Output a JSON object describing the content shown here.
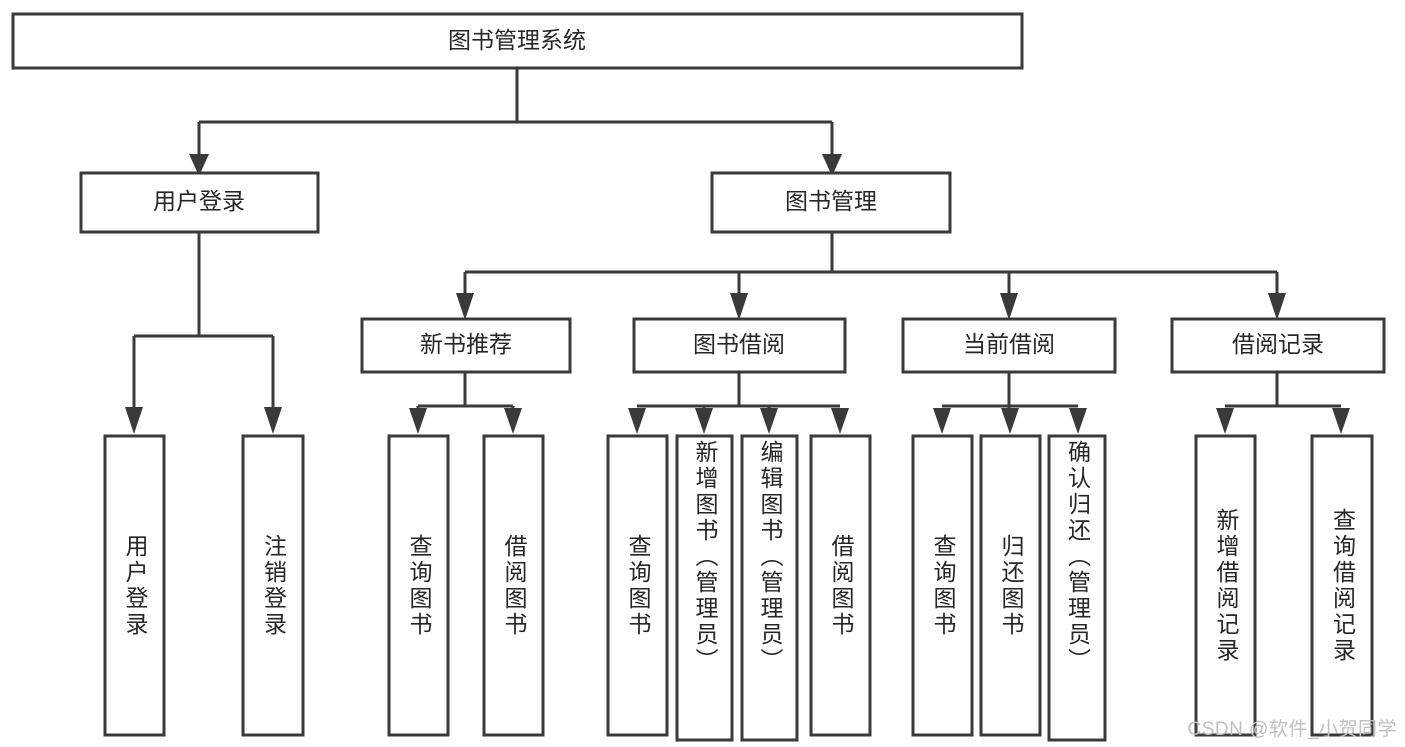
{
  "diagram": {
    "type": "tree-hierarchy",
    "orientation": "top-down",
    "colors": {
      "stroke": "#3a3a3a",
      "fill": "#ffffff",
      "text": "#262626",
      "background": "#ffffff",
      "watermark": "#bfbfbf"
    },
    "root": {
      "id": "root",
      "label": "图书管理系统"
    },
    "level2": [
      {
        "id": "user-login",
        "label": "用户登录"
      },
      {
        "id": "book-manage",
        "label": "图书管理"
      }
    ],
    "level3": [
      {
        "id": "new-book-recommend",
        "label": "新书推荐",
        "parent": "book-manage"
      },
      {
        "id": "book-borrow",
        "label": "图书借阅",
        "parent": "book-manage"
      },
      {
        "id": "current-borrow",
        "label": "当前借阅",
        "parent": "book-manage"
      },
      {
        "id": "borrow-record",
        "label": "借阅记录",
        "parent": "book-manage"
      }
    ],
    "leaves": [
      {
        "id": "leaf-user-login",
        "label": "用户登录",
        "parent": "user-login"
      },
      {
        "id": "leaf-logout-login",
        "label": "注销登录",
        "parent": "user-login"
      },
      {
        "id": "leaf-query-book-1",
        "label": "查询图书",
        "parent": "new-book-recommend"
      },
      {
        "id": "leaf-borrow-book-1",
        "label": "借阅图书",
        "parent": "new-book-recommend"
      },
      {
        "id": "leaf-query-book-2",
        "label": "查询图书",
        "parent": "book-borrow"
      },
      {
        "id": "leaf-add-book",
        "label": "新增图书（管理员）",
        "parent": "book-borrow"
      },
      {
        "id": "leaf-edit-book",
        "label": "编辑图书（管理员）",
        "parent": "book-borrow"
      },
      {
        "id": "leaf-borrow-book-2",
        "label": "借阅图书",
        "parent": "book-borrow"
      },
      {
        "id": "leaf-query-book-3",
        "label": "查询图书",
        "parent": "current-borrow"
      },
      {
        "id": "leaf-return-book",
        "label": "归还图书",
        "parent": "current-borrow"
      },
      {
        "id": "leaf-confirm-return",
        "label": "确认归还（管理员）",
        "parent": "current-borrow"
      },
      {
        "id": "leaf-add-record",
        "label": "新增借阅记录",
        "parent": "borrow-record"
      },
      {
        "id": "leaf-query-record",
        "label": "查询借阅记录",
        "parent": "borrow-record"
      }
    ]
  },
  "watermark": {
    "text": "CSDN @软件_小贺同学"
  }
}
